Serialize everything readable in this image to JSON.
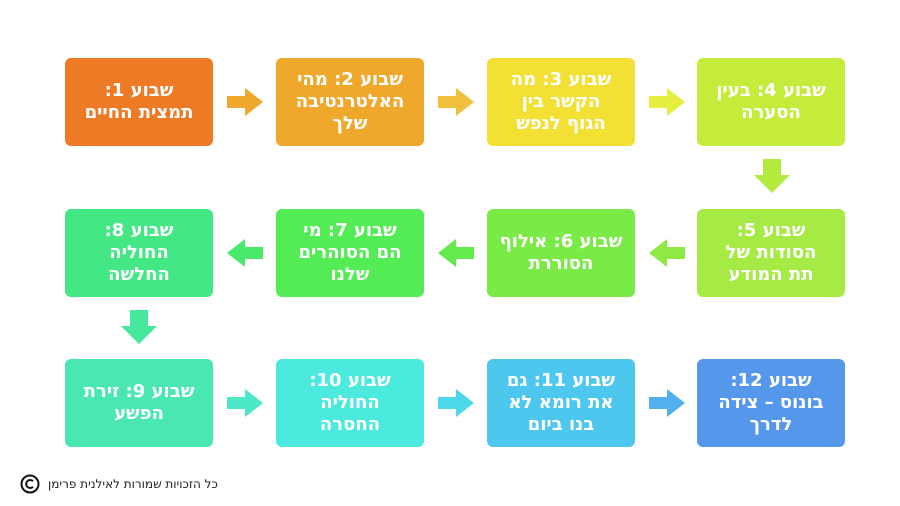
{
  "steps": [
    {
      "label": "שבוע 1:\nתמצית החיים",
      "color": "#ee7a26"
    },
    {
      "label": "שבוע 2: מהי\nהאלטרנטיבה\nשלך",
      "color": "#f0a82c"
    },
    {
      "label": "שבוע 3: מה\nהקשר בין\nהגוף לנפש",
      "color": "#f3e035"
    },
    {
      "label": "שבוע 4: בעין\nהסערה",
      "color": "#c6ec3b"
    },
    {
      "label": "שבוע 5:\nהסודות של\nתת המודע",
      "color": "#a5ea45"
    },
    {
      "label": "שבוע 6: אילוף\nהסוררת",
      "color": "#7aea46"
    },
    {
      "label": "שבוע 7: מי\nהם הסוהרים\nשלנו",
      "color": "#53ec54"
    },
    {
      "label": "שבוע 8:\nהחוליה\nהחלשה",
      "color": "#43e884"
    },
    {
      "label": "שבוע 9: זירת\nהפשע",
      "color": "#4ae7b3"
    },
    {
      "label": "שבוע 10:\nהחוליה\nהחסרה",
      "color": "#4ce9de"
    },
    {
      "label": "שבוע 11: גם\nאת רומא לא\nבנו ביום",
      "color": "#4ec7ee"
    },
    {
      "label": "שבוע 12:\nבונוס – צידה\nלדרך",
      "color": "#5597eb"
    }
  ],
  "footer": {
    "copyright_text": "כל הזכויות שמורות לאילנית פרימן",
    "icon": "copyright-icon"
  }
}
